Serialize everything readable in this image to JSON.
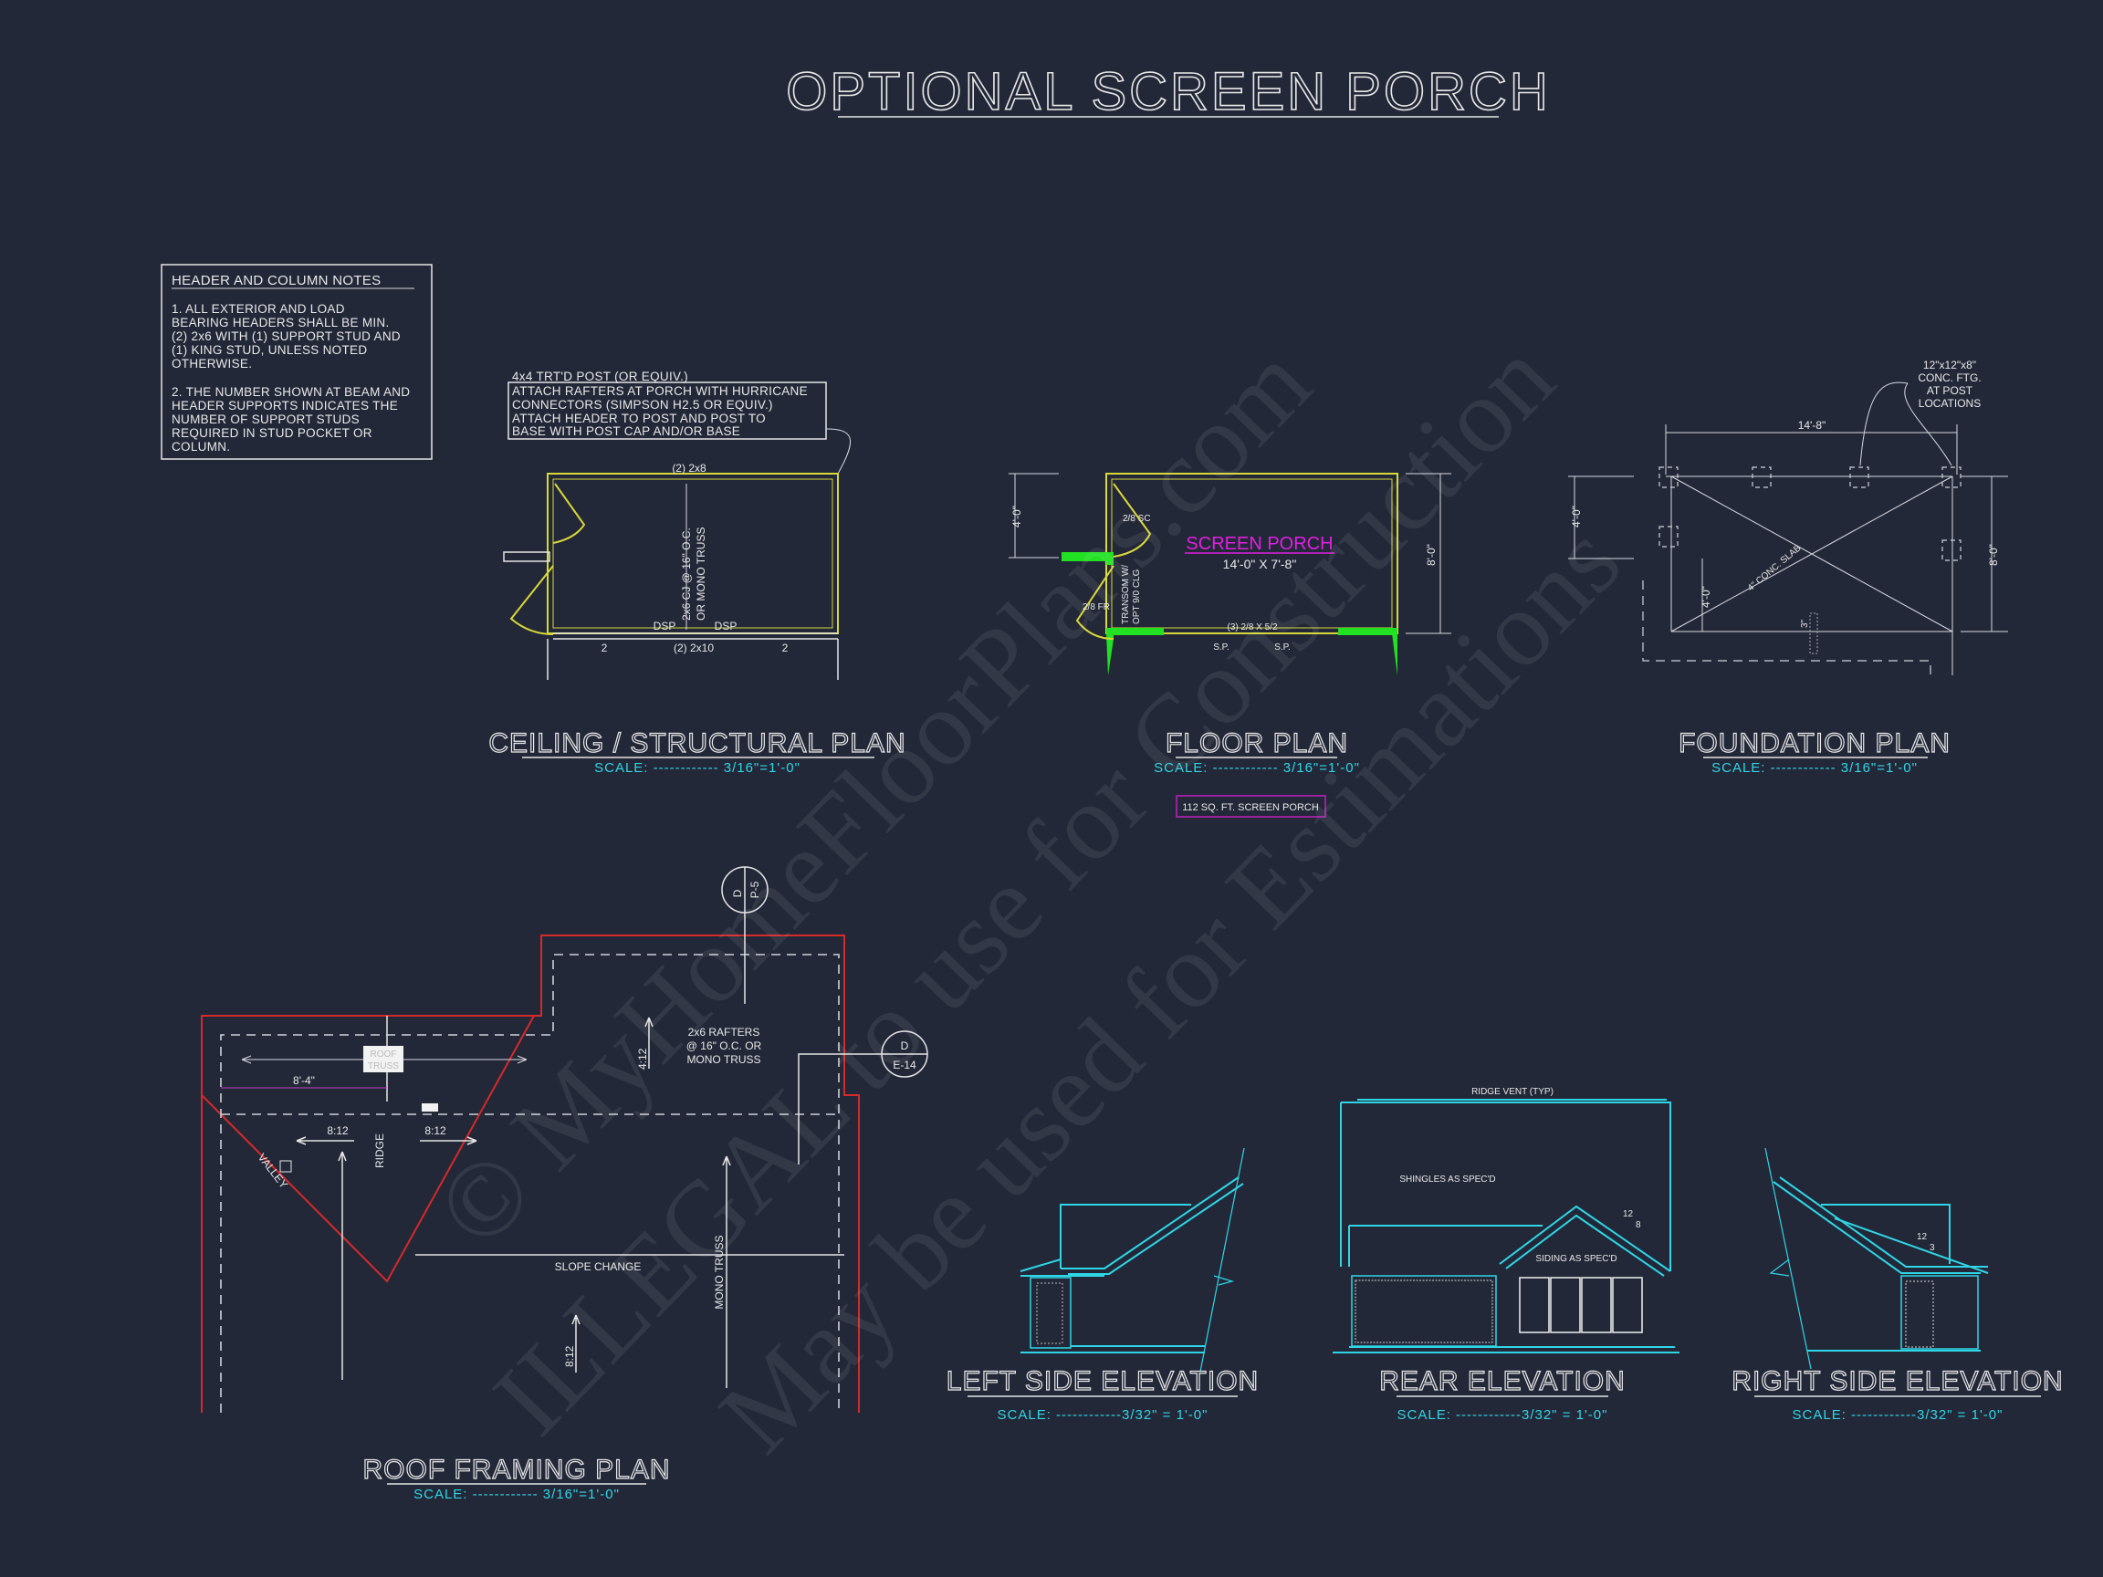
{
  "sheet_title": "OPTIONAL SCREEN PORCH",
  "notes": {
    "heading": "HEADER AND COLUMN NOTES",
    "lines": [
      "1. ALL EXTERIOR AND LOAD",
      "BEARING HEADERS SHALL BE MIN.",
      "(2) 2x6 WITH (1) SUPPORT STUD AND",
      "(1) KING STUD, UNLESS NOTED",
      "OTHERWISE.",
      "2. THE NUMBER SHOWN AT BEAM AND",
      "HEADER SUPPORTS INDICATES THE",
      "NUMBER OF SUPPORT STUDS",
      "REQUIRED IN STUD POCKET OR",
      "COLUMN."
    ]
  },
  "ceiling_plan": {
    "title": "CEILING / STRUCTURAL PLAN",
    "scale": "SCALE: ------------ 3/16\"=1'-0\"",
    "post_label": "4x4 TRT'D POST (OR EQUIV.)",
    "callout": [
      "ATTACH RAFTERS AT PORCH WITH HURRICANE",
      "CONNECTORS (SIMPSON H2.5 OR EQUIV.)",
      "ATTACH HEADER TO POST AND POST TO",
      "BASE WITH POST CAP AND/OR BASE"
    ],
    "top_beam": "(2) 2x8",
    "bottom_beam": "(2) 2x10",
    "joist_1": "2x6 CJ @ 16\" O.C.",
    "joist_2": "OR MONO TRUSS",
    "dsp": "DSP",
    "studs": "2"
  },
  "floor_plan": {
    "title": "FLOOR PLAN",
    "scale": "SCALE: ------------ 3/16\"=1'-0\"",
    "room_name": "SCREEN PORCH",
    "room_size": "14'-0\" X 7'-8\"",
    "dim_left": "4'-0\"",
    "dim_right": "8'-0\"",
    "door_1": "2/8 SC",
    "door_2": "2/8 FR",
    "transom_1": "TRANSOM W/",
    "transom_2": "OPT 9/0 CLG",
    "screens": "(3) 2/8 X 5/2",
    "sp": "S.P.",
    "area_badge": "112 SQ. FT. SCREEN PORCH"
  },
  "foundation_plan": {
    "title": "FOUNDATION PLAN",
    "scale": "SCALE: ------------ 3/16\"=1'-0\"",
    "width_dim": "14'-8\"",
    "footing_note": [
      "12\"x12\"x8\"",
      "CONC. FTG.",
      "AT POST",
      "LOCATIONS"
    ],
    "dim_left": "4'-0\"",
    "dim_right": "8'-0\"",
    "dim_inner": "4'-0\"",
    "slab": "4\" CONC. SLAB",
    "step": "3\""
  },
  "roof_plan": {
    "title": "ROOF FRAMING PLAN",
    "scale": "SCALE: ------------ 3/16\"=1'-0\"",
    "section_1": {
      "letter": "D",
      "sheet": "P-5"
    },
    "section_2": {
      "letter": "D",
      "sheet": "E-14"
    },
    "rafters": [
      "2x6 RAFTERS",
      "@ 16\" O.C. OR",
      "MONO TRUSS"
    ],
    "pitch_4_12": "4:12",
    "pitch_8_12": "8:12",
    "dim": "8'-4\"",
    "ridge": "RIDGE",
    "valley": "VALLEY",
    "slope_change": "SLOPE CHANGE",
    "mono_truss": "MONO TRUSS",
    "roof_truss": [
      "ROOF",
      "TRUSS"
    ]
  },
  "elevations": {
    "left": {
      "title": "LEFT SIDE ELEVATION",
      "scale": "SCALE: ------------3/32\" = 1'-0\""
    },
    "rear": {
      "title": "REAR ELEVATION",
      "scale": "SCALE: ------------3/32\" = 1'-0\"",
      "ridge_vent": "RIDGE VENT (TYP)",
      "shingles": "SHINGLES AS SPEC'D",
      "siding": "SIDING AS SPEC'D",
      "pitch_run": "12",
      "pitch_rise": "8"
    },
    "right": {
      "title": "RIGHT SIDE ELEVATION",
      "scale": "SCALE: ------------3/32\" = 1'-0\"",
      "pitch_run": "12",
      "pitch_rise": "3"
    }
  },
  "watermark": [
    "© MyHomeFloorPlans.com",
    "ILLEGAL to use for Construction",
    "May be used for Estimations"
  ],
  "colors": {
    "background": "#232838",
    "walls": "#d8d83a",
    "roof": "#d42a2a",
    "elevation": "#2fd6e6",
    "scale": "#2fd6e6",
    "room_label": "#e020e0",
    "new_wall": "#22e022"
  }
}
